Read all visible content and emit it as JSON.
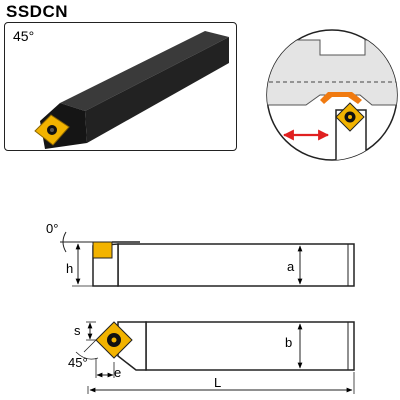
{
  "title": "SSDCN",
  "photo": {
    "angle_label": "45°"
  },
  "side_view": {
    "angle_label": "0°",
    "h_label": "h",
    "a_label": "a"
  },
  "top_view": {
    "s_label": "s",
    "b_label": "b",
    "angle_label": "45°",
    "e_label": "e",
    "L_label": "L"
  },
  "colors": {
    "insert": "#f2b300",
    "holder_dark": "#1e1e1e",
    "accent_arrow": "#e02020",
    "chip_orange": "#f07a10"
  }
}
